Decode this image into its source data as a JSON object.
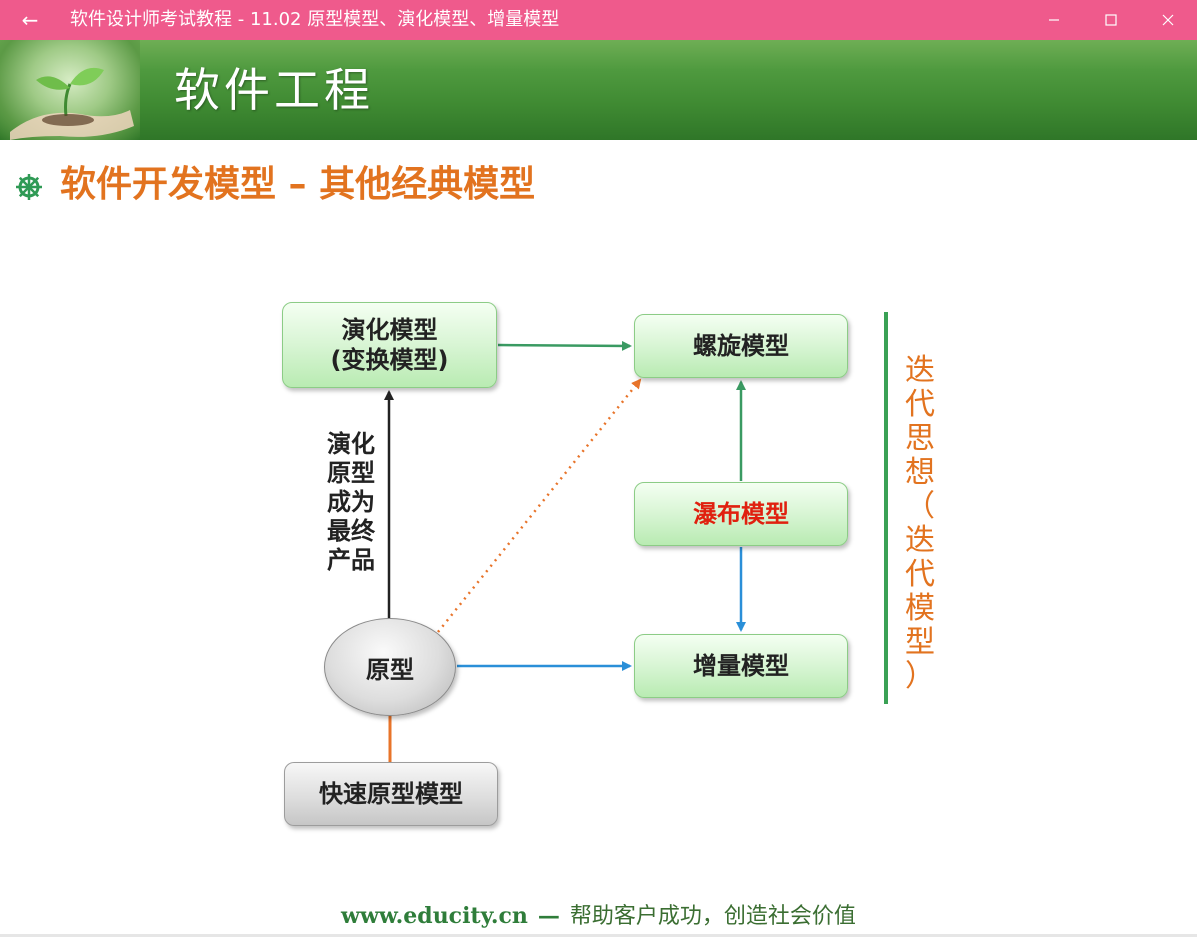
{
  "window": {
    "title": "软件设计师考试教程 - 11.02  原型模型、演化模型、增量模型",
    "back_glyph": "←",
    "min_glyph": "—",
    "max_glyph": "☐",
    "close_glyph": "✕"
  },
  "slide": {
    "banner_title": "软件工程",
    "heading": "软件开发模型 – 其他经典模型",
    "diagram": {
      "evolution_line1": "演化模型",
      "evolution_line2": "(变换模型)",
      "spiral": "螺旋模型",
      "waterfall": "瀑布模型",
      "incremental": "增量模型",
      "prototype": "原型",
      "rapid_prototype": "快速原型模型",
      "arrow_label": [
        "演化",
        "原型",
        "成为",
        "最终",
        "产品"
      ],
      "side_label": [
        "迭",
        "代",
        "思",
        "想",
        "（",
        "迭",
        "代",
        "模",
        "型",
        "）"
      ]
    },
    "footer": {
      "url": "www.educity.cn",
      "dash": "—",
      "slogan": "帮助客户成功，创造社会价值"
    }
  },
  "colors": {
    "titlebar": "#ef5a8c",
    "heading": "#e2731f",
    "green_arrow": "#3a9a62",
    "blue_arrow": "#2a8fd8",
    "orange_arrow": "#e8742a",
    "dark_arrow": "#222222",
    "red_text": "#e0200f"
  }
}
